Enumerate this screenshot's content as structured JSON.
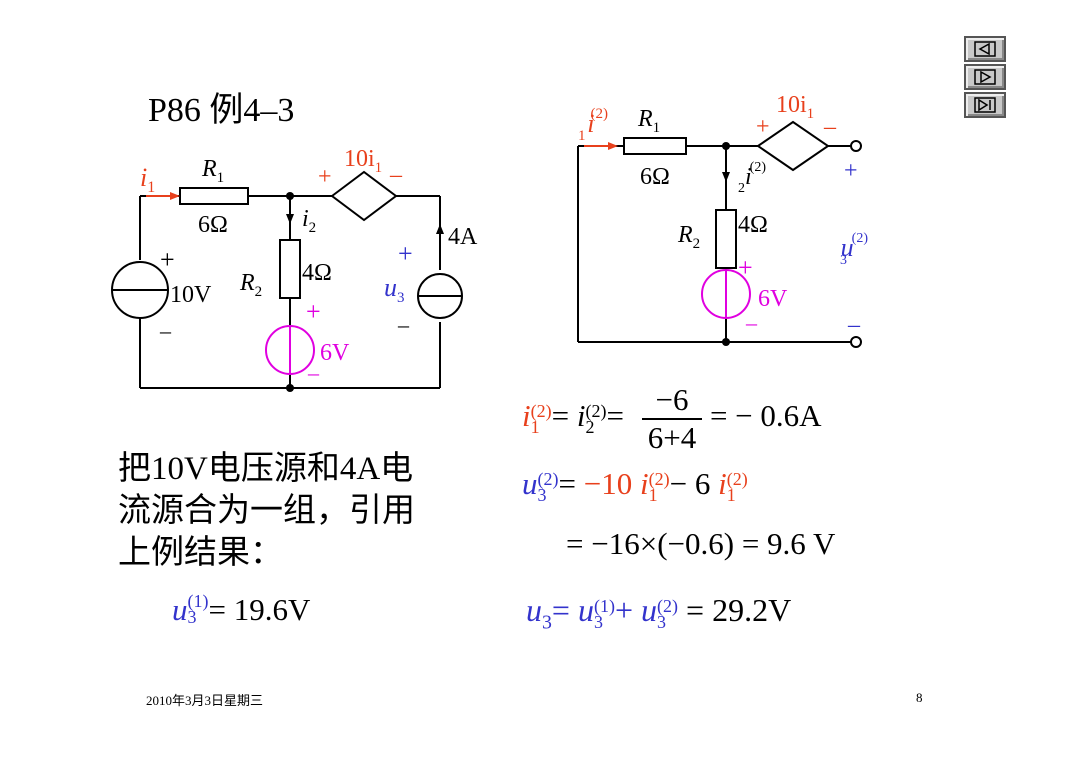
{
  "title": "P86  例4–3",
  "nav": {
    "buttons": [
      "prev-icon",
      "next-icon",
      "last-icon"
    ]
  },
  "circuit_left": {
    "i1": "i",
    "i1_sub": "1",
    "r1": "R",
    "r1_sub": "1",
    "r1_value": "6Ω",
    "dep_source": "10i",
    "dep_source_sub": "1",
    "plus": "+",
    "minus": "–",
    "i2": "i",
    "i2_sub": "2",
    "r2": "R",
    "r2_sub": "2",
    "r2_value": "4Ω",
    "v10": "10V",
    "cs4": "4A",
    "u3": "u",
    "u3_sub": "3",
    "v6": "6V"
  },
  "circuit_right": {
    "i1": "i",
    "i1_sup": "(2)",
    "i1_sub": "1",
    "r1": "R",
    "r1_sub": "1",
    "r1_value": "6Ω",
    "dep_source": "10i",
    "dep_source_sub": "1",
    "i2": "i",
    "i2_sup": "(2)",
    "i2_sub": "2",
    "r2": "R",
    "r2_sub": "2",
    "r2_value": "4Ω",
    "u3": "u",
    "u3_sup": "(2)",
    "u3_sub": "3",
    "v6": "6V"
  },
  "text_block": {
    "line1": "把10V电压源和4A电",
    "line2": "流源合为一组，引用",
    "line3": "上例结果："
  },
  "result_u31": {
    "var": "u",
    "sup": "(1)",
    "sub": "3",
    "rhs": "= 19.6V"
  },
  "equations": {
    "eq1": {
      "lhs_var": "i",
      "lhs_sup": "(2)",
      "lhs_sub": "1",
      "eq": "=",
      "mid_var": "i",
      "mid_sup": "(2)",
      "mid_sub": "2",
      "eq2": "=",
      "num": "−6",
      "den": "6+4",
      "rhs": "= − 0.6A"
    },
    "eq2": {
      "lhs_var": "u",
      "lhs_sup": "(2)",
      "lhs_sub": "3",
      "eq": "=",
      "coef": "−10",
      "v1": "i",
      "v1_sup": "(2)",
      "v1_sub": "1",
      "minus6": "− 6",
      "v2": "i",
      "v2_sup": "(2)",
      "v2_sub": "1"
    },
    "eq3": "= −16×(−0.6) = 9.6 V",
    "eq4": {
      "u3": "u",
      "u3_sub": "3",
      "eq": "=",
      "a": "u",
      "a_sup": "(1)",
      "a_sub": "3",
      "plus": "+",
      "b": "u",
      "b_sup": "(2)",
      "b_sub": "3",
      "rhs": "= 29.2V"
    }
  },
  "footer": {
    "date": "2010年3月3日星期三",
    "page": "8"
  },
  "colors": {
    "red": "#e8401c",
    "blue": "#3333cc",
    "magenta": "#e000e0"
  }
}
